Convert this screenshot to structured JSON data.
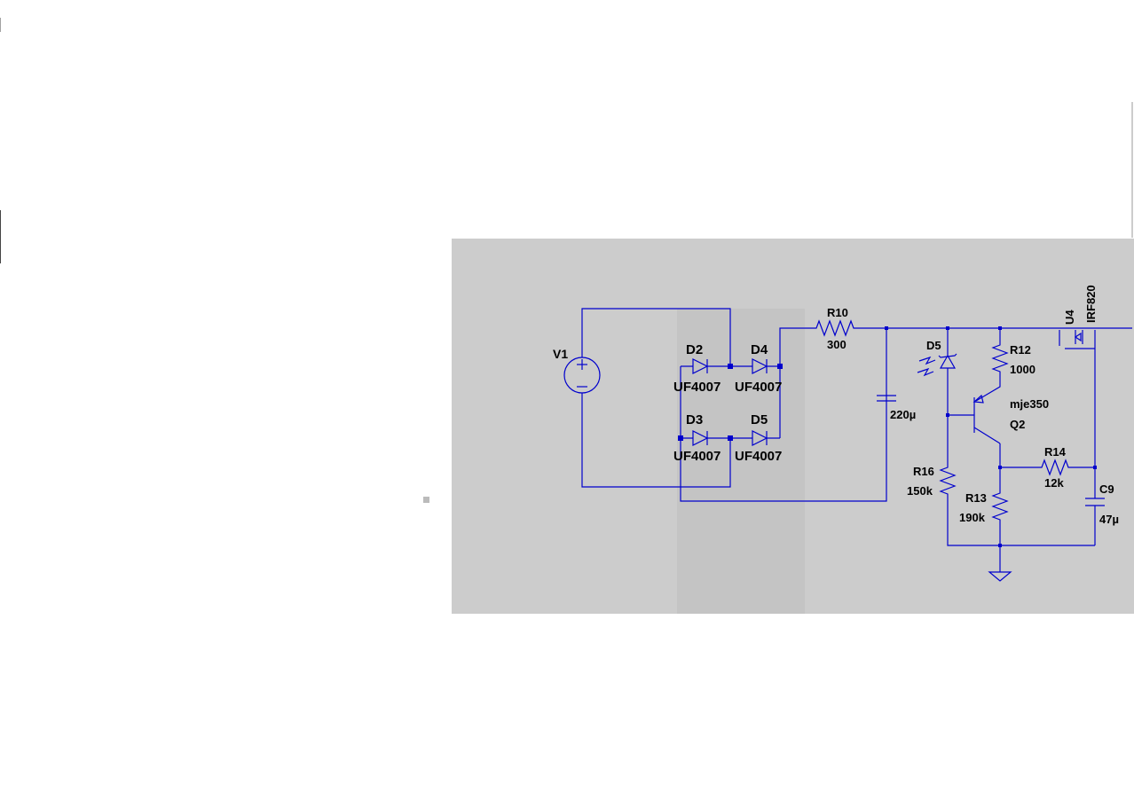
{
  "colors": {
    "background": "#ffffff",
    "schematic_background": "#cccccc",
    "wire": "#0000cc",
    "label": "#000000"
  },
  "components": {
    "v1": {
      "name": "V1"
    },
    "d2": {
      "name": "D2",
      "value": "UF4007"
    },
    "d4": {
      "name": "D4",
      "value": "UF4007"
    },
    "d3": {
      "name": "D3",
      "value": "UF4007"
    },
    "d5_bridge": {
      "name": "D5",
      "value": "UF4007"
    },
    "r10": {
      "name": "R10",
      "value": "300"
    },
    "c_bulk": {
      "value": "220µ"
    },
    "d5_zener": {
      "name": "D5"
    },
    "r12": {
      "name": "R12",
      "value": "1000"
    },
    "q2": {
      "name": "Q2",
      "value": "mje350"
    },
    "r16": {
      "name": "R16",
      "value": "150k"
    },
    "r13": {
      "name": "R13",
      "value": "190k"
    },
    "r14": {
      "name": "R14",
      "value": "12k"
    },
    "c9": {
      "name": "C9",
      "value": "47µ"
    },
    "u4": {
      "name": "U4",
      "value": "IRF820"
    }
  },
  "icons": [
    "voltage-source-icon",
    "diode-icon",
    "resistor-icon",
    "capacitor-icon",
    "zener-diode-icon",
    "pnp-transistor-icon",
    "mosfet-icon",
    "ground-icon"
  ]
}
